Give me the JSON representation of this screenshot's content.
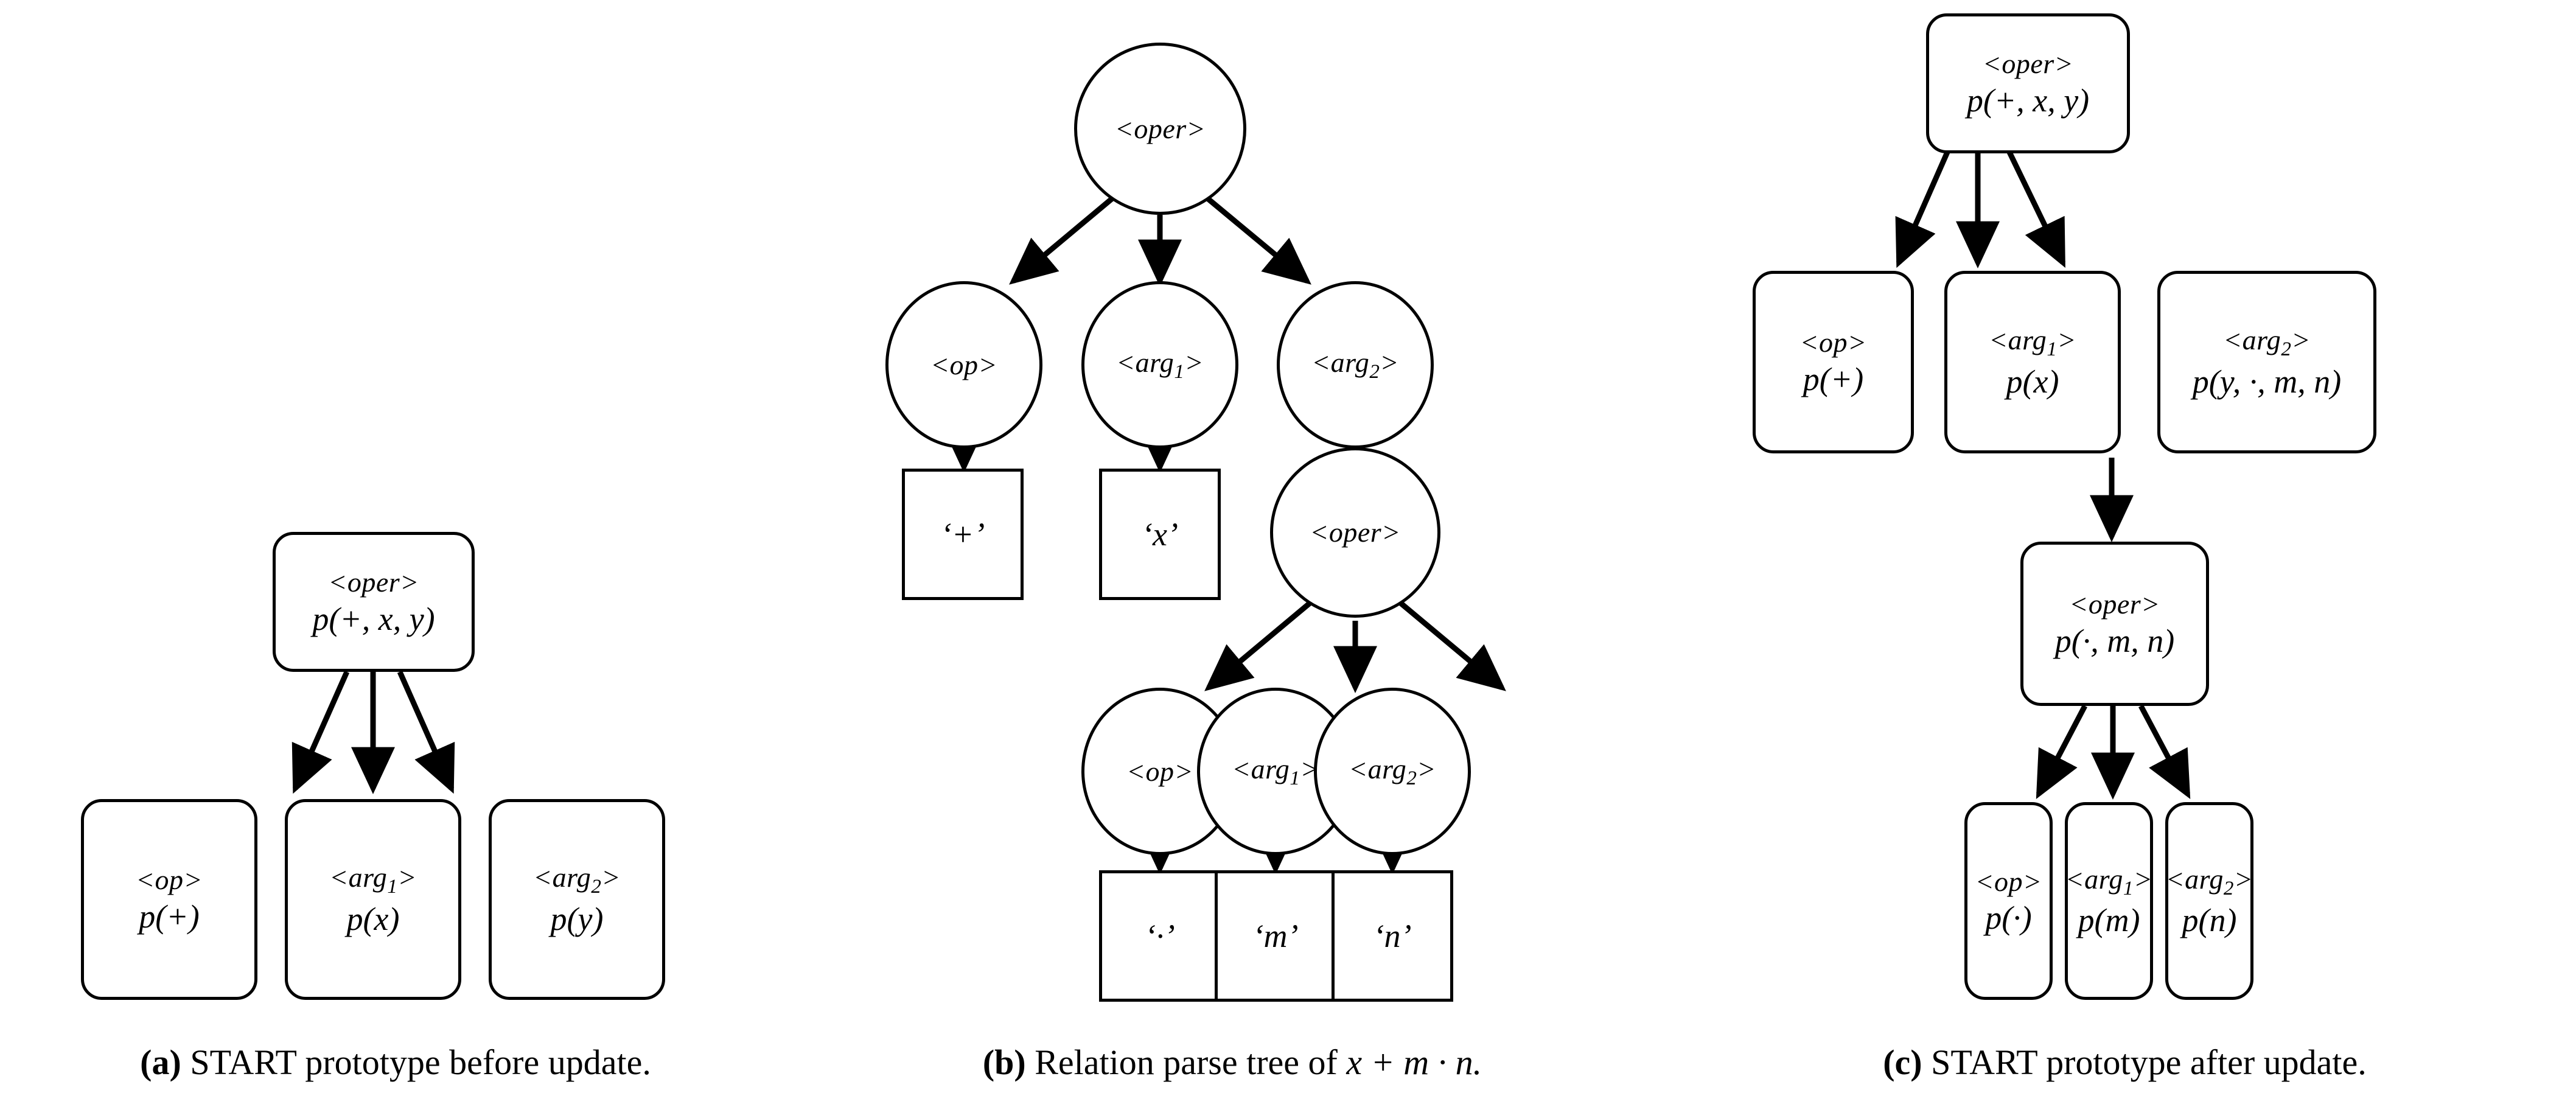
{
  "figure": {
    "title": "START prototype update and relation parse tree",
    "background": "#ffffff",
    "stroke_color": "#000000"
  },
  "panels": [
    {
      "id": "a",
      "caption_label": "(a)",
      "caption_text": "START prototype before update.",
      "node_shape": "rounded-rect",
      "nodes": [
        {
          "key": "root",
          "tag": "<oper>",
          "value": "p(+, x, y)"
        },
        {
          "key": "op",
          "tag": "<op>",
          "value": "p(+)"
        },
        {
          "key": "arg1",
          "tag": "<arg",
          "sub": "1",
          "tagclose": ">",
          "value": "p(x)"
        },
        {
          "key": "arg2",
          "tag": "<arg",
          "sub": "2",
          "tagclose": ">",
          "value": "p(y)"
        }
      ],
      "edges": [
        {
          "from": "root",
          "to": "op"
        },
        {
          "from": "root",
          "to": "arg1"
        },
        {
          "from": "root",
          "to": "arg2"
        }
      ]
    },
    {
      "id": "b",
      "caption_label": "(b)",
      "caption_text": "Relation parse tree of ",
      "caption_math": "x + m · n.",
      "node_shape": "circle-and-square",
      "nodes": [
        {
          "key": "root",
          "tag": "<oper>",
          "shape": "circle"
        },
        {
          "key": "op1",
          "tag": "<op>",
          "shape": "circle"
        },
        {
          "key": "arg1a",
          "tag": "<arg",
          "sub": "1",
          "tagclose": ">",
          "shape": "circle"
        },
        {
          "key": "arg2a",
          "tag": "<arg",
          "sub": "2",
          "tagclose": ">",
          "shape": "circle"
        },
        {
          "key": "plus",
          "leaf": "‘+’",
          "shape": "square"
        },
        {
          "key": "x",
          "leaf": "‘x’",
          "shape": "square"
        },
        {
          "key": "oper2",
          "tag": "<oper>",
          "shape": "circle"
        },
        {
          "key": "op2",
          "tag": "<op>",
          "shape": "circle"
        },
        {
          "key": "arg1b",
          "tag": "<arg",
          "sub": "1",
          "tagclose": ">",
          "shape": "circle"
        },
        {
          "key": "arg2b",
          "tag": "<arg",
          "sub": "2",
          "tagclose": ">",
          "shape": "circle"
        },
        {
          "key": "dot",
          "leaf": "‘·’",
          "shape": "square"
        },
        {
          "key": "m",
          "leaf": "‘m’",
          "shape": "square"
        },
        {
          "key": "n",
          "leaf": "‘n’",
          "shape": "square"
        }
      ],
      "edges": [
        {
          "from": "root",
          "to": "op1"
        },
        {
          "from": "root",
          "to": "arg1a"
        },
        {
          "from": "root",
          "to": "arg2a"
        },
        {
          "from": "op1",
          "to": "plus"
        },
        {
          "from": "arg1a",
          "to": "x"
        },
        {
          "from": "arg2a",
          "to": "oper2"
        },
        {
          "from": "oper2",
          "to": "op2"
        },
        {
          "from": "oper2",
          "to": "arg1b"
        },
        {
          "from": "oper2",
          "to": "arg2b"
        },
        {
          "from": "op2",
          "to": "dot"
        },
        {
          "from": "arg1b",
          "to": "m"
        },
        {
          "from": "arg2b",
          "to": "n"
        }
      ]
    },
    {
      "id": "c",
      "caption_label": "(c)",
      "caption_text": "START prototype after update.",
      "node_shape": "rounded-rect",
      "nodes": [
        {
          "key": "root",
          "tag": "<oper>",
          "value": "p(+, x, y)"
        },
        {
          "key": "op",
          "tag": "<op>",
          "value": "p(+)"
        },
        {
          "key": "arg1",
          "tag": "<arg",
          "sub": "1",
          "tagclose": ">",
          "value": "p(x)"
        },
        {
          "key": "arg2",
          "tag": "<arg",
          "sub": "2",
          "tagclose": ">",
          "value": "p(y, ·, m, n)"
        },
        {
          "key": "oper2",
          "tag": "<oper>",
          "value": "p(·, m, n)"
        },
        {
          "key": "op2",
          "tag": "<op>",
          "value": "p(·)"
        },
        {
          "key": "arg1b",
          "tag": "<arg",
          "sub": "1",
          "tagclose": ">",
          "value": "p(m)"
        },
        {
          "key": "arg2b",
          "tag": "<arg",
          "sub": "2",
          "tagclose": ">",
          "value": "p(n)"
        }
      ],
      "edges": [
        {
          "from": "root",
          "to": "op"
        },
        {
          "from": "root",
          "to": "arg1"
        },
        {
          "from": "root",
          "to": "arg2"
        },
        {
          "from": "arg2",
          "to": "oper2"
        },
        {
          "from": "oper2",
          "to": "op2"
        },
        {
          "from": "oper2",
          "to": "arg1b"
        },
        {
          "from": "oper2",
          "to": "arg2b"
        }
      ]
    }
  ]
}
